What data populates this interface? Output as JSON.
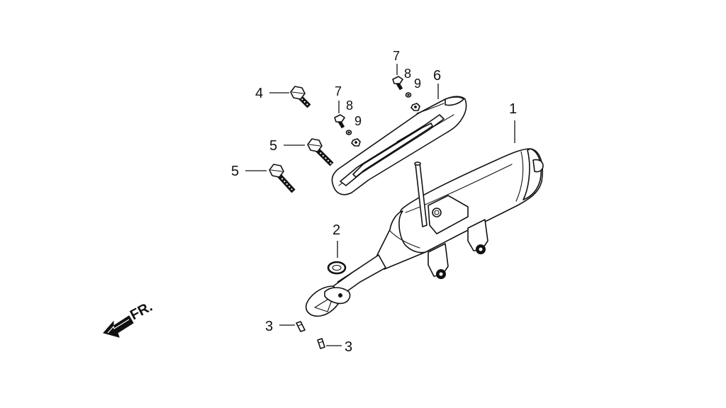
{
  "direction_label": "FR.",
  "callouts": {
    "muffler": "1",
    "gasket": "2",
    "pin_upper": "3",
    "pin_lower": "3",
    "bolt_upper": "4",
    "bolt_mid": "5",
    "bolt_lower": "5",
    "heat_shield": "6",
    "screw_left": "7",
    "screw_right": "7",
    "washer_left": "8",
    "washer_right": "8",
    "nut_left": "9",
    "nut_right": "9"
  },
  "colors": {
    "line": "#111111",
    "background": "#ffffff"
  }
}
